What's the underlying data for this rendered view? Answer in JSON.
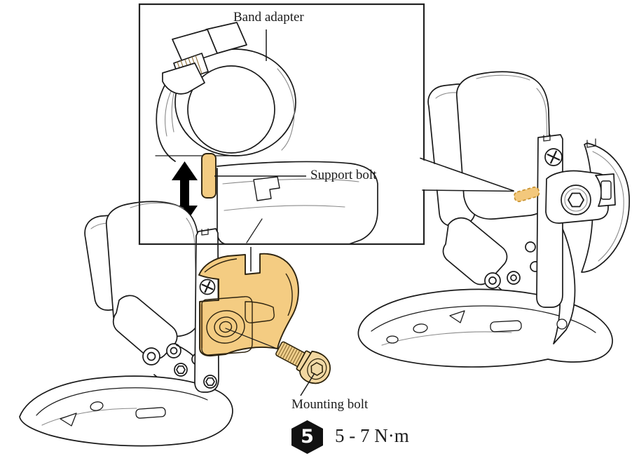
{
  "diagram": {
    "title_context": "Front derailleur band adapter installation figure",
    "inset": {
      "band_adapter_label": "Band adapter",
      "support_bolt_label": "Support bolt"
    },
    "mounting_bolt_label": "Mounting bolt",
    "torque_step": {
      "number": "5",
      "value": "5 - 7 N·m"
    },
    "colors": {
      "highlight_fill": "#F4CC82",
      "highlight_stroke": "#2e2410",
      "dashed_highlight_fill": "#F3C87C",
      "dashed_highlight_stroke": "#C8922F",
      "line_color": "#1a1a1a",
      "badge_bg": "#111111",
      "badge_text": "#ffffff"
    }
  }
}
